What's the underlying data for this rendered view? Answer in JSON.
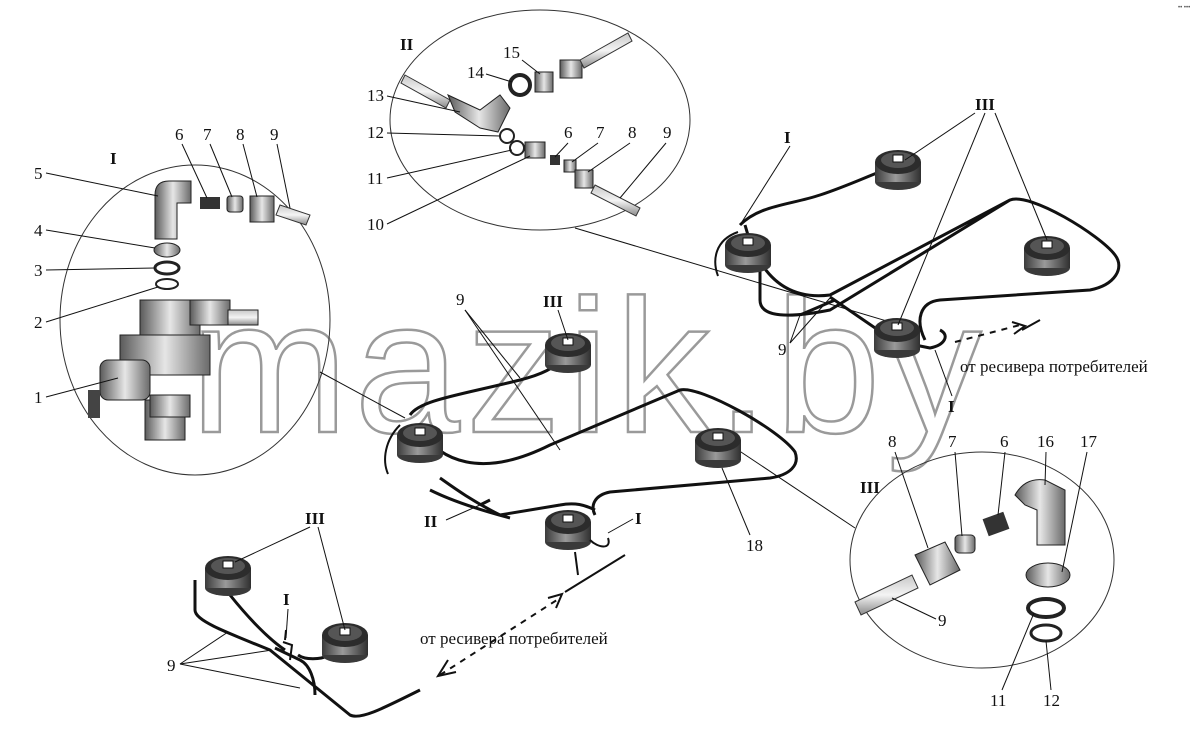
{
  "watermark": "mazik.by",
  "corner_mark": "•• •••",
  "captions": {
    "consumer_receiver_top": "от ресивера потребителей",
    "consumer_receiver_bottom": "от ресивера потребителей"
  },
  "detail_I": {
    "title": "I",
    "labels": [
      "1",
      "2",
      "3",
      "4",
      "5",
      "6",
      "7",
      "8",
      "9"
    ]
  },
  "detail_II": {
    "title": "II",
    "labels": [
      "6",
      "7",
      "8",
      "9",
      "10",
      "11",
      "12",
      "13",
      "14",
      "15"
    ]
  },
  "detail_III": {
    "title": "III",
    "labels": [
      "6",
      "7",
      "8",
      "9",
      "11",
      "12",
      "16",
      "17"
    ]
  },
  "callouts": {
    "center_III": "III",
    "center_9": "9",
    "center_II": "II",
    "center_I": "I",
    "center_18": "18",
    "top_I": "I",
    "top_III": "III",
    "top_9": "9",
    "top_I_low": "I",
    "bottom_III": "III",
    "bottom_I": "I",
    "bottom_9": "9"
  },
  "colors": {
    "line": "#111111",
    "watermark": "#9a9a9a",
    "chamber_top": "#3a3a3a",
    "chamber_body": "#6e6e6e"
  }
}
